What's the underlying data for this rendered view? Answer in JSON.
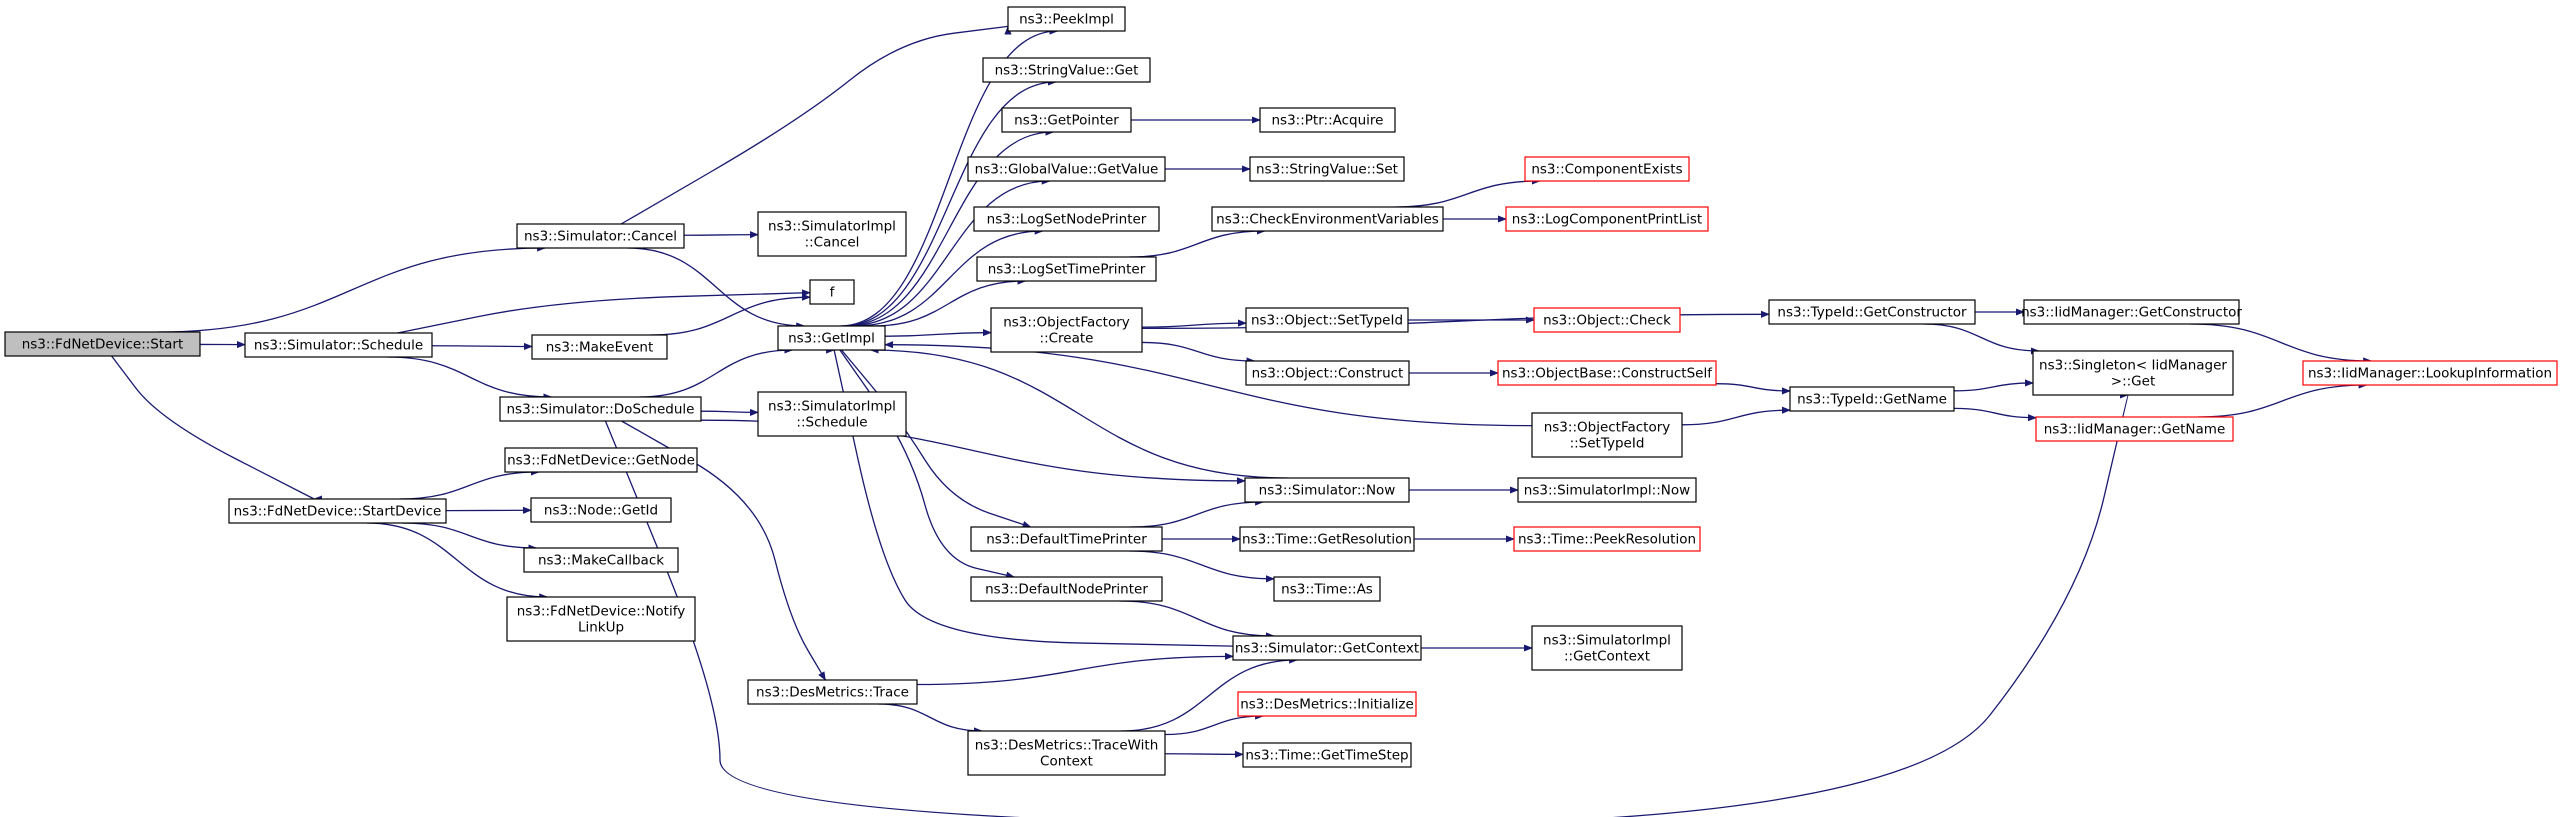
{
  "graph": {
    "edge_color": "#191970",
    "node_border_default": "#000000",
    "node_border_truncated": "#ff0000",
    "root_fill": "#bfbfbf",
    "node_fill": "#ffffff",
    "nodes": [
      {
        "id": "start",
        "lines": [
          "ns3::FdNetDevice::Start"
        ],
        "root": true
      },
      {
        "id": "schedule",
        "lines": [
          "ns3::Simulator::Schedule"
        ]
      },
      {
        "id": "startdev",
        "lines": [
          "ns3::FdNetDevice::StartDevice"
        ]
      },
      {
        "id": "cancel",
        "lines": [
          "ns3::Simulator::Cancel"
        ]
      },
      {
        "id": "doschedule",
        "lines": [
          "ns3::Simulator::DoSchedule"
        ]
      },
      {
        "id": "getnode",
        "lines": [
          "ns3::FdNetDevice::GetNode"
        ]
      },
      {
        "id": "nodegetid",
        "lines": [
          "ns3::Node::GetId"
        ]
      },
      {
        "id": "makecallback",
        "lines": [
          "ns3::MakeCallback"
        ]
      },
      {
        "id": "notifylinkup",
        "lines": [
          "ns3::FdNetDevice::Notify",
          "LinkUp"
        ]
      },
      {
        "id": "simimplcancel",
        "lines": [
          "ns3::SimulatorImpl",
          "::Cancel"
        ]
      },
      {
        "id": "makeevent",
        "lines": [
          "ns3::MakeEvent"
        ]
      },
      {
        "id": "f",
        "lines": [
          "f"
        ]
      },
      {
        "id": "simimplschedule",
        "lines": [
          "ns3::SimulatorImpl",
          "::Schedule"
        ]
      },
      {
        "id": "getimpl",
        "lines": [
          "ns3::GetImpl"
        ]
      },
      {
        "id": "desmetricstrace",
        "lines": [
          "ns3::DesMetrics::Trace"
        ]
      },
      {
        "id": "peekimpl",
        "lines": [
          "ns3::PeekImpl"
        ]
      },
      {
        "id": "stringvalueget",
        "lines": [
          "ns3::StringValue::Get"
        ]
      },
      {
        "id": "getpointer",
        "lines": [
          "ns3::GetPointer"
        ]
      },
      {
        "id": "globalvalue",
        "lines": [
          "ns3::GlobalValue::GetValue"
        ]
      },
      {
        "id": "logsetnode",
        "lines": [
          "ns3::LogSetNodePrinter"
        ]
      },
      {
        "id": "logsettime",
        "lines": [
          "ns3::LogSetTimePrinter"
        ]
      },
      {
        "id": "objfactorycreate",
        "lines": [
          "ns3::ObjectFactory",
          "::Create"
        ]
      },
      {
        "id": "defaulttime",
        "lines": [
          "ns3::DefaultTimePrinter"
        ]
      },
      {
        "id": "defaultnode",
        "lines": [
          "ns3::DefaultNodePrinter"
        ]
      },
      {
        "id": "tracewithcontext",
        "lines": [
          "ns3::DesMetrics::TraceWith",
          "Context"
        ]
      },
      {
        "id": "ptracquire",
        "lines": [
          "ns3::Ptr::Acquire"
        ]
      },
      {
        "id": "stringvalueset",
        "lines": [
          "ns3::StringValue::Set"
        ]
      },
      {
        "id": "checkenv",
        "lines": [
          "ns3::CheckEnvironmentVariables"
        ]
      },
      {
        "id": "objsettypeid",
        "lines": [
          "ns3::Object::SetTypeId"
        ]
      },
      {
        "id": "objconstruct",
        "lines": [
          "ns3::Object::Construct"
        ]
      },
      {
        "id": "simnow",
        "lines": [
          "ns3::Simulator::Now"
        ]
      },
      {
        "id": "timegetres",
        "lines": [
          "ns3::Time::GetResolution"
        ]
      },
      {
        "id": "timeas",
        "lines": [
          "ns3::Time::As"
        ]
      },
      {
        "id": "simgetcontext",
        "lines": [
          "ns3::Simulator::GetContext"
        ]
      },
      {
        "id": "desinit",
        "lines": [
          "ns3::DesMetrics::Initialize"
        ],
        "truncated": true
      },
      {
        "id": "timegetstep",
        "lines": [
          "ns3::Time::GetTimeStep"
        ]
      },
      {
        "id": "compexists",
        "lines": [
          "ns3::ComponentExists"
        ],
        "truncated": true
      },
      {
        "id": "logcompprint",
        "lines": [
          "ns3::LogComponentPrintList"
        ],
        "truncated": true
      },
      {
        "id": "objcheck",
        "lines": [
          "ns3::Object::Check"
        ],
        "truncated": true
      },
      {
        "id": "objbaseconstruct",
        "lines": [
          "ns3::ObjectBase::ConstructSelf"
        ],
        "truncated": true
      },
      {
        "id": "objfactorysettypeid",
        "lines": [
          "ns3::ObjectFactory",
          "::SetTypeId"
        ]
      },
      {
        "id": "simimplnow",
        "lines": [
          "ns3::SimulatorImpl::Now"
        ]
      },
      {
        "id": "timepeekres",
        "lines": [
          "ns3::Time::PeekResolution"
        ],
        "truncated": true
      },
      {
        "id": "simimplgetcontext",
        "lines": [
          "ns3::SimulatorImpl",
          "::GetContext"
        ]
      },
      {
        "id": "typeidgetctor",
        "lines": [
          "ns3::TypeId::GetConstructor"
        ]
      },
      {
        "id": "typeidgetname",
        "lines": [
          "ns3::TypeId::GetName"
        ]
      },
      {
        "id": "iidgetctor",
        "lines": [
          "ns3::IidManager::GetConstructor"
        ]
      },
      {
        "id": "singletonget",
        "lines": [
          "ns3::Singleton< IidManager",
          ">::Get"
        ]
      },
      {
        "id": "iidgetname",
        "lines": [
          "ns3::IidManager::GetName"
        ],
        "truncated": true
      },
      {
        "id": "iidlookup",
        "lines": [
          "ns3::IidManager::LookupInformation"
        ],
        "truncated": true
      }
    ],
    "edges": [
      [
        "start",
        "schedule"
      ],
      [
        "start",
        "cancel"
      ],
      [
        "start",
        "startdev"
      ],
      [
        "cancel",
        "peekimpl"
      ],
      [
        "cancel",
        "simimplcancel"
      ],
      [
        "cancel",
        "getimpl"
      ],
      [
        "schedule",
        "f"
      ],
      [
        "schedule",
        "makeevent"
      ],
      [
        "schedule",
        "doschedule"
      ],
      [
        "makeevent",
        "f"
      ],
      [
        "doschedule",
        "getimpl"
      ],
      [
        "doschedule",
        "simimplschedule"
      ],
      [
        "doschedule",
        "simnow"
      ],
      [
        "doschedule",
        "desmetricstrace"
      ],
      [
        "doschedule",
        "singletonget"
      ],
      [
        "startdev",
        "getnode"
      ],
      [
        "startdev",
        "nodegetid"
      ],
      [
        "startdev",
        "makecallback"
      ],
      [
        "startdev",
        "notifylinkup"
      ],
      [
        "getimpl",
        "peekimpl"
      ],
      [
        "getimpl",
        "stringvalueget"
      ],
      [
        "getimpl",
        "getpointer"
      ],
      [
        "getimpl",
        "globalvalue"
      ],
      [
        "getimpl",
        "logsetnode"
      ],
      [
        "getimpl",
        "logsettime"
      ],
      [
        "getimpl",
        "objfactorycreate"
      ],
      [
        "getimpl",
        "defaulttime"
      ],
      [
        "getimpl",
        "defaultnode"
      ],
      [
        "getpointer",
        "ptracquire"
      ],
      [
        "globalvalue",
        "stringvalueset"
      ],
      [
        "logsettime",
        "checkenv"
      ],
      [
        "checkenv",
        "compexists"
      ],
      [
        "checkenv",
        "logcompprint"
      ],
      [
        "objfactorycreate",
        "typeidgetctor"
      ],
      [
        "objfactorycreate",
        "objsettypeid"
      ],
      [
        "objfactorycreate",
        "objconstruct"
      ],
      [
        "objsettypeid",
        "objcheck"
      ],
      [
        "objconstruct",
        "objbaseconstruct"
      ],
      [
        "objbaseconstruct",
        "typeidgetname"
      ],
      [
        "objfactorysettypeid",
        "typeidgetname"
      ],
      [
        "objfactorysettypeid",
        "getimpl"
      ],
      [
        "simnow",
        "getimpl"
      ],
      [
        "simnow",
        "simimplnow"
      ],
      [
        "defaulttime",
        "simnow"
      ],
      [
        "defaulttime",
        "timegetres"
      ],
      [
        "defaulttime",
        "timeas"
      ],
      [
        "timegetres",
        "timepeekres"
      ],
      [
        "defaultnode",
        "simgetcontext"
      ],
      [
        "simgetcontext",
        "getimpl"
      ],
      [
        "simgetcontext",
        "simimplgetcontext"
      ],
      [
        "desmetricstrace",
        "simgetcontext"
      ],
      [
        "desmetricstrace",
        "tracewithcontext"
      ],
      [
        "tracewithcontext",
        "simgetcontext"
      ],
      [
        "tracewithcontext",
        "desinit"
      ],
      [
        "tracewithcontext",
        "timegetstep"
      ],
      [
        "typeidgetctor",
        "iidgetctor"
      ],
      [
        "typeidgetctor",
        "singletonget"
      ],
      [
        "iidgetctor",
        "iidlookup"
      ],
      [
        "typeidgetname",
        "singletonget"
      ],
      [
        "typeidgetname",
        "iidgetname"
      ],
      [
        "iidgetname",
        "iidlookup"
      ]
    ]
  }
}
